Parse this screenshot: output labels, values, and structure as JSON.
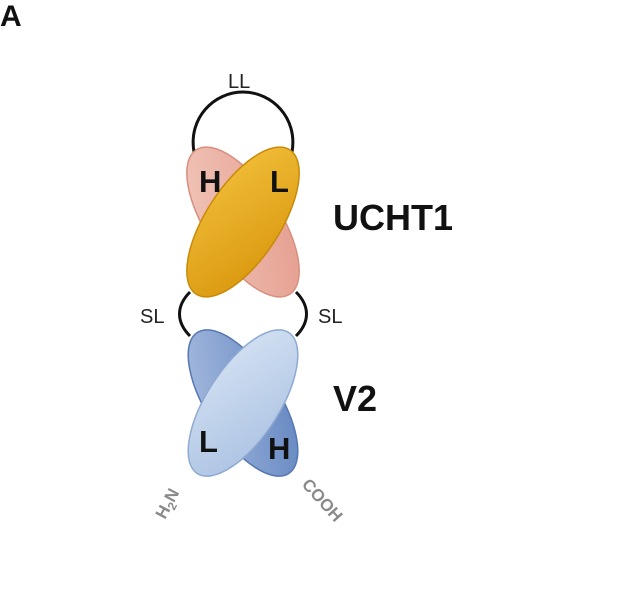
{
  "panel_label": "A",
  "linkers": {
    "top": "LL",
    "left": "SL",
    "right": "SL"
  },
  "modules": [
    {
      "name": "UCHT1",
      "heavy_label": "H",
      "light_label": "L",
      "heavy_color": "#e8a99a",
      "light_color": "#e3a317"
    },
    {
      "name": "V2",
      "heavy_label": "H",
      "light_label": "L",
      "heavy_color": "#6e8fc7",
      "light_color": "#bcd0ea"
    }
  ],
  "termini": {
    "n_term_main": "H",
    "n_term_sub": "2",
    "n_term_end": "N",
    "c_term": "COOH"
  }
}
